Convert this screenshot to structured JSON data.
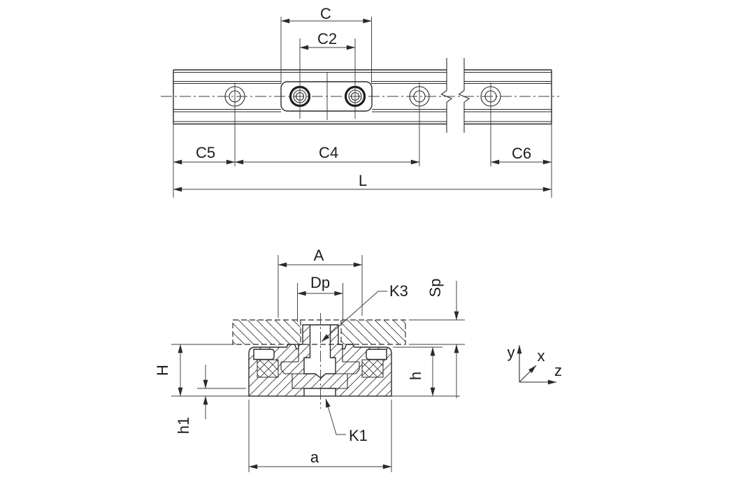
{
  "labels": {
    "c": "C",
    "c2": "C2",
    "c5": "C5",
    "c4": "C4",
    "c6": "C6",
    "L": "L",
    "A": "A",
    "Dp": "Dp",
    "K3": "K3",
    "Sp": "Sp",
    "H": "H",
    "h": "h",
    "h1": "h1",
    "K1": "K1",
    "a": "a",
    "axis_x": "x",
    "axis_y": "y",
    "axis_z": "z"
  },
  "colors": {
    "background": "#ffffff",
    "object_line": "#2a2a2a",
    "dimension_line": "#3c3c3c",
    "text": "#1c1c1c"
  }
}
